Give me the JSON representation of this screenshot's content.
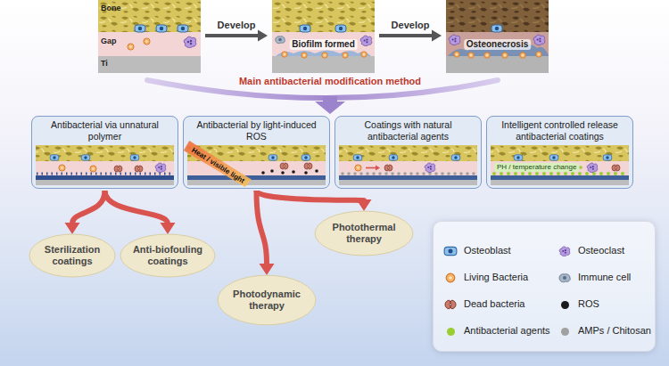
{
  "diagram": {
    "nodes": [
      {
        "text": [
          "Bone",
          "Gap",
          "Ti"
        ]
      },
      {
        "text": [
          "Biofilm formed"
        ]
      },
      {
        "text": [
          "Osteonecrosis"
        ]
      },
      {
        "text": [
          "Antibacterial via unnatural polymer"
        ]
      },
      {
        "text": [
          "Antibacterial by light-induced ROS",
          "Heat / visible light"
        ]
      },
      {
        "text": [
          "Coatings with natural antibacterial agents"
        ]
      },
      {
        "text": [
          "Intelligent controlled release antibacterial coatings",
          "PH / temperature change"
        ]
      },
      {
        "text": [
          "Sterilization coatings"
        ]
      },
      {
        "text": [
          "Anti-biofouling coatings"
        ]
      },
      {
        "text": [
          "Photodynamic therapy"
        ]
      },
      {
        "text": [
          "Photothermal therapy"
        ]
      }
    ],
    "edges": [
      {
        "from": 0,
        "to": 1,
        "label": "Develop",
        "arrow": "to"
      },
      {
        "from": 1,
        "to": 2,
        "label": "Develop",
        "arrow": "to"
      },
      {
        "from": 3,
        "to": 7,
        "arrow": "to"
      },
      {
        "from": 3,
        "to": 8,
        "arrow": "to"
      },
      {
        "from": 4,
        "to": 9,
        "arrow": "to"
      },
      {
        "from": 4,
        "to": 10,
        "arrow": "to"
      }
    ],
    "labels": [
      "Main antibacterial modification method"
    ],
    "legend": [
      {
        "text": "Osteoblast"
      },
      {
        "text": "Osteoclast"
      },
      {
        "text": "Living Bacteria"
      },
      {
        "text": "Immune cell"
      },
      {
        "text": "Dead bacteria"
      },
      {
        "text": "ROS",
        "color": "#1a1a1a"
      },
      {
        "text": "Antibacterial agents",
        "color": "#9acd32"
      },
      {
        "text": "AMPs / Chitosan",
        "color": "#a0a0a0"
      }
    ]
  }
}
